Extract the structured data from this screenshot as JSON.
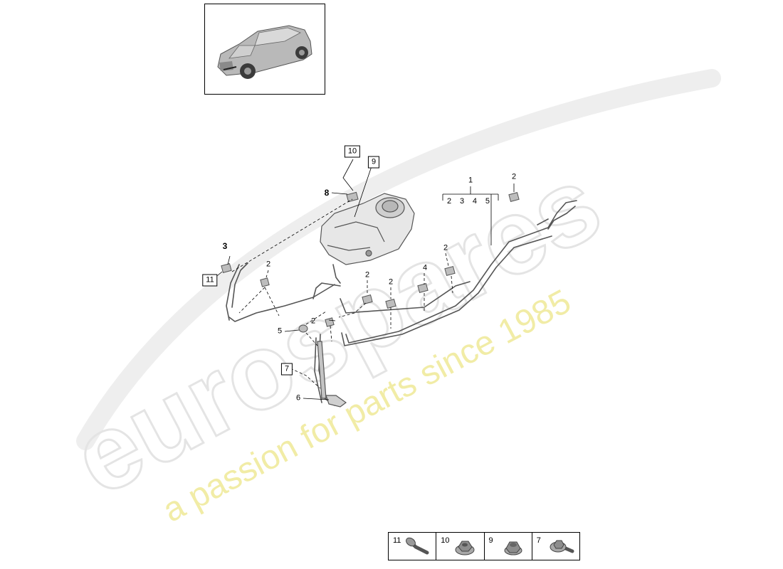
{
  "watermark": {
    "brand": "eurospares",
    "tagline": "a passion for parts since 1985",
    "brand_color": "#e6e6e6",
    "tagline_color": "#f3efa8"
  },
  "callouts": {
    "c1": "1",
    "c1_group": [
      "2",
      "3",
      "4",
      "5"
    ],
    "c2_top_right": "2",
    "c2_mid": "2",
    "c2_center": "2",
    "c2_center2": "2",
    "c2_left": "2",
    "c2_lower": "2",
    "c3": "3",
    "c4": "4",
    "c5": "5",
    "c6": "6",
    "c7": "7",
    "c8": "8",
    "c9": "9",
    "c10": "10",
    "c11": "11"
  },
  "fastener_table": [
    {
      "number": "11",
      "icon": "bolt-icon"
    },
    {
      "number": "10",
      "icon": "flange-nut-icon"
    },
    {
      "number": "9",
      "icon": "hex-nut-icon"
    },
    {
      "number": "7",
      "icon": "flange-bolt-icon"
    }
  ],
  "thumbnail": {
    "icon": "car-suv-icon"
  }
}
